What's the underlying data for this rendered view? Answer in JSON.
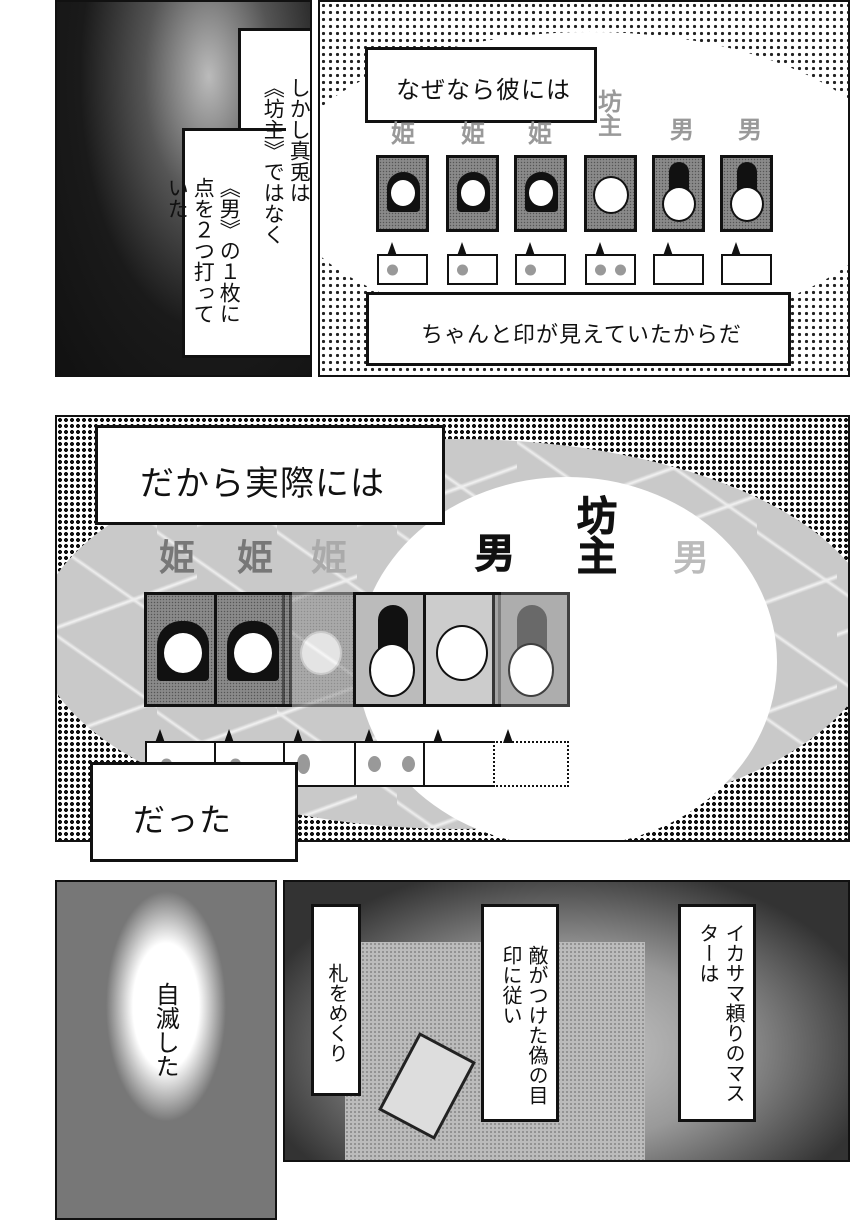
{
  "panel1": {
    "caption_lines": [
      "しかし真兎は",
      "《坊主》ではなく",
      "《男》の１枚に",
      "点を２つ打って",
      "いた"
    ]
  },
  "panel2": {
    "caption_top": "なぜなら彼には",
    "caption_bottom": "ちゃんと印が見えていたからだ",
    "cards": [
      {
        "label": "姫",
        "type": "princess",
        "dots": 1
      },
      {
        "label": "姫",
        "type": "princess",
        "dots": 1
      },
      {
        "label": "姫",
        "type": "princess",
        "dots": 1
      },
      {
        "label": "坊主",
        "type": "monk",
        "dots": 2
      },
      {
        "label": "男",
        "type": "man",
        "dots": 0
      },
      {
        "label": "男",
        "type": "man",
        "dots": 0
      }
    ]
  },
  "panel3": {
    "caption_top": "だから実際には",
    "caption_bottom": "だった",
    "cards": [
      {
        "label": "姫",
        "type": "princess",
        "dots": 1
      },
      {
        "label": "姫",
        "type": "princess",
        "dots": 1
      },
      {
        "label": "姫",
        "type": "princess",
        "dots": 1
      },
      {
        "label": "男",
        "type": "man",
        "dots": 2
      },
      {
        "label": "坊主",
        "type": "monk",
        "dots": 0
      },
      {
        "label": "男",
        "type": "man",
        "dots": 0
      }
    ]
  },
  "panel4": {
    "caption": "自滅した"
  },
  "panel5": {
    "captions": [
      "イカサマ頼りのマスターは",
      "敵がつけた偽の目印に従い",
      "札をめくり"
    ]
  }
}
